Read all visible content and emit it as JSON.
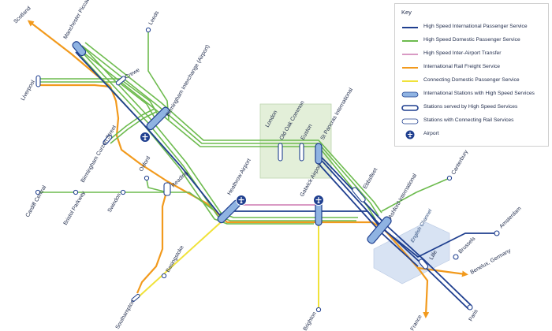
{
  "legend": {
    "title": "Key",
    "items": [
      {
        "label": "High Speed International Passenger Service",
        "icon": "navy-line"
      },
      {
        "label": "High Speed Domestic Passenger Service",
        "icon": "green-line"
      },
      {
        "label": "High Speed Inter-Airport Transfer",
        "icon": "pink-line"
      },
      {
        "label": "International Rail Freight Service",
        "icon": "orange-line"
      },
      {
        "label": "Connecting Domestic Passenger Service",
        "icon": "yellow-line"
      },
      {
        "label": "International Stations with High Speed Services",
        "icon": "blue-bar"
      },
      {
        "label": "Stations served by High Speed Services",
        "icon": "double-circle"
      },
      {
        "label": "Stations with Connecting Rail Services",
        "icon": "single-capsule"
      },
      {
        "label": "Airport",
        "icon": "airport-icon"
      }
    ]
  },
  "colors": {
    "international": "#1f3f8f",
    "domestic": "#6dbb4e",
    "inter_airport": "#d99ac4",
    "freight": "#f29a1d",
    "connecting": "#f0e23a",
    "station_fill": "#8fb3e2",
    "station_stroke": "#1f3f8f",
    "london_box": "#e3efd9"
  },
  "stations": {
    "scotland": "Scotland",
    "manchester": "Manchester Piccadilly",
    "leeds": "Leeds",
    "crewe": "Crewe",
    "liverpool": "Liverpool",
    "bham_interchange": "Birmingham Interchange (Airport)",
    "bham_curzon": "Birmingham Curzon Street",
    "oxford": "Oxford",
    "reading": "Reading",
    "cardiff": "Cardiff Central",
    "bristol": "Bristol Parkway",
    "swindon": "Swindon",
    "basingstoke": "Basingstoke",
    "southampton": "Southampton",
    "heathrow": "Heathrow Airport",
    "gatwick": "Gatwick Airport",
    "brighton": "Brighton",
    "london": "London",
    "old_oak": "Old Oak Common",
    "euston": "Euston",
    "st_pancras": "St Pancras International",
    "ebbsfleet": "Ebbsfleet",
    "ashford": "Ashford International",
    "canterbury": "Canterbury",
    "english_channel": "English Channel",
    "lille": "Lille",
    "brussels": "Brussels",
    "amsterdam": "Amsterdam",
    "benelux": "Benelux, Germany",
    "france": "France",
    "paris": "Paris"
  }
}
